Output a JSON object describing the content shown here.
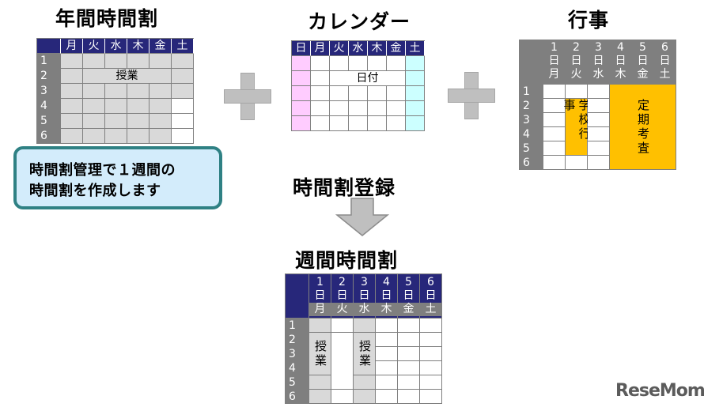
{
  "titles": {
    "nenkan": "年間時間割",
    "calendar": "カレンダー",
    "gyoji": "行事",
    "touroku": "時間割登録",
    "shukan": "週間時間割"
  },
  "days_short": [
    "月",
    "火",
    "水",
    "木",
    "金",
    "土"
  ],
  "calendar_days": [
    "日",
    "月",
    "火",
    "水",
    "木",
    "金",
    "土"
  ],
  "periods": [
    "1",
    "2",
    "3",
    "4",
    "5",
    "6"
  ],
  "week_days": [
    {
      "num": "1",
      "unit": "日",
      "dow": "月"
    },
    {
      "num": "2",
      "unit": "日",
      "dow": "火"
    },
    {
      "num": "3",
      "unit": "日",
      "dow": "水"
    },
    {
      "num": "4",
      "unit": "日",
      "dow": "木"
    },
    {
      "num": "5",
      "unit": "日",
      "dow": "金"
    },
    {
      "num": "6",
      "unit": "日",
      "dow": "土"
    }
  ],
  "labels": {
    "jugyo": "授業",
    "hizuke": "日付",
    "gakko_gyoji": "学校行事",
    "teiki_kosa": "定期考査"
  },
  "bubble": {
    "line1": "時間割管理で１週間の",
    "line2": "時間割を作成します"
  },
  "logo": "ReseMom",
  "colors": {
    "header_navy": "#27277a",
    "gray_header": "#7f7f7f",
    "cell_gray": "#d9d9d9",
    "sunday_pink": "#ffccff",
    "saturday_cyan": "#ccffff",
    "event_orange": "#ffc000",
    "bubble_fill": "#d3ecfb",
    "bubble_border": "#2f8184"
  }
}
